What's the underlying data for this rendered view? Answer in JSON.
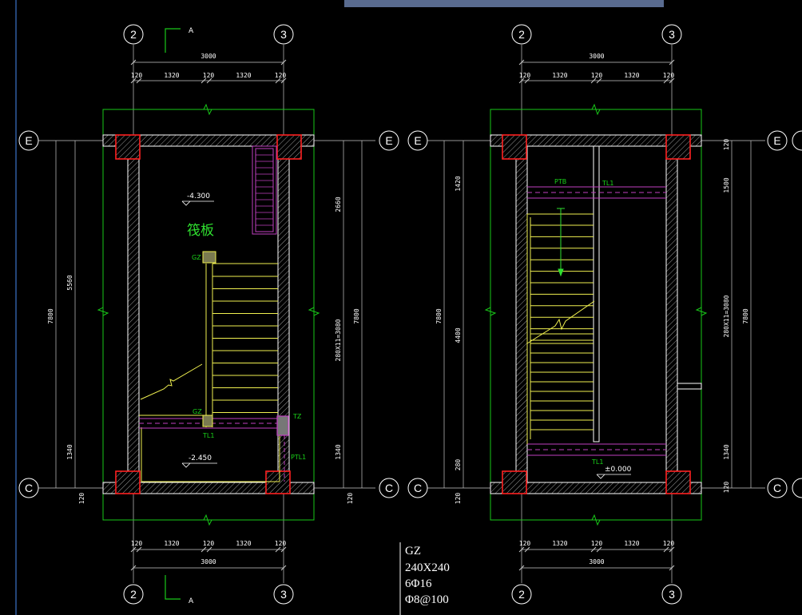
{
  "grid": {
    "col_a": "2",
    "col_b": "3",
    "row_top": "E",
    "row_bottom": "C",
    "section_mark": "A"
  },
  "left_plan": {
    "top_total": "3000",
    "top_segments": [
      "120",
      "1320",
      "120",
      "1320",
      "120"
    ],
    "bottom_total": "3000",
    "bottom_segments": [
      "120",
      "1320",
      "120",
      "1320",
      "120"
    ],
    "left_outer": "7800",
    "left_inner": "5560",
    "left_lower": "1340",
    "left_foot": "120",
    "right_upper": "2660",
    "right_flight": "280X11=3080",
    "right_lower": "1340",
    "right_outer": "7800",
    "right_foot": "120",
    "level_top": "-4.300",
    "level_bottom": "-2.450",
    "raft_label": "筏板",
    "gz_upper": "GZ",
    "gz_lower": "GZ",
    "tl1": "TL1",
    "tz": "TZ",
    "ptl1": "PTL1"
  },
  "right_plan": {
    "top_total": "3000",
    "top_segments": [
      "120",
      "1320",
      "120",
      "1320",
      "120"
    ],
    "bottom_total": "3000",
    "bottom_segments": [
      "120",
      "1320",
      "120",
      "1320",
      "120"
    ],
    "left_upper": "1420",
    "left_mid": "4400",
    "left_lower": "280",
    "left_outer": "7800",
    "left_foot": "120",
    "right_top": "120",
    "right_upper": "1500",
    "right_flight": "280X11=3080",
    "right_lower": "1340",
    "right_outer": "7800",
    "right_foot": "120",
    "ptb": "PTB",
    "tl1_upper": "TL1",
    "tl1_lower": "TL1",
    "level": "±0.000"
  },
  "gz_note": {
    "title": "GZ",
    "size": "240X240",
    "main_bars": "6Φ16",
    "stirrups": "Φ8@100"
  },
  "colors": {
    "background": "#000000",
    "axis": "#ffffff",
    "wall": "#ffffff",
    "column": "#ff2020",
    "slab_outline": "#19c819",
    "stair": "#f0f050",
    "beam": "#d040d0",
    "label_green": "#19d219",
    "guide": "#4a7fd0"
  }
}
